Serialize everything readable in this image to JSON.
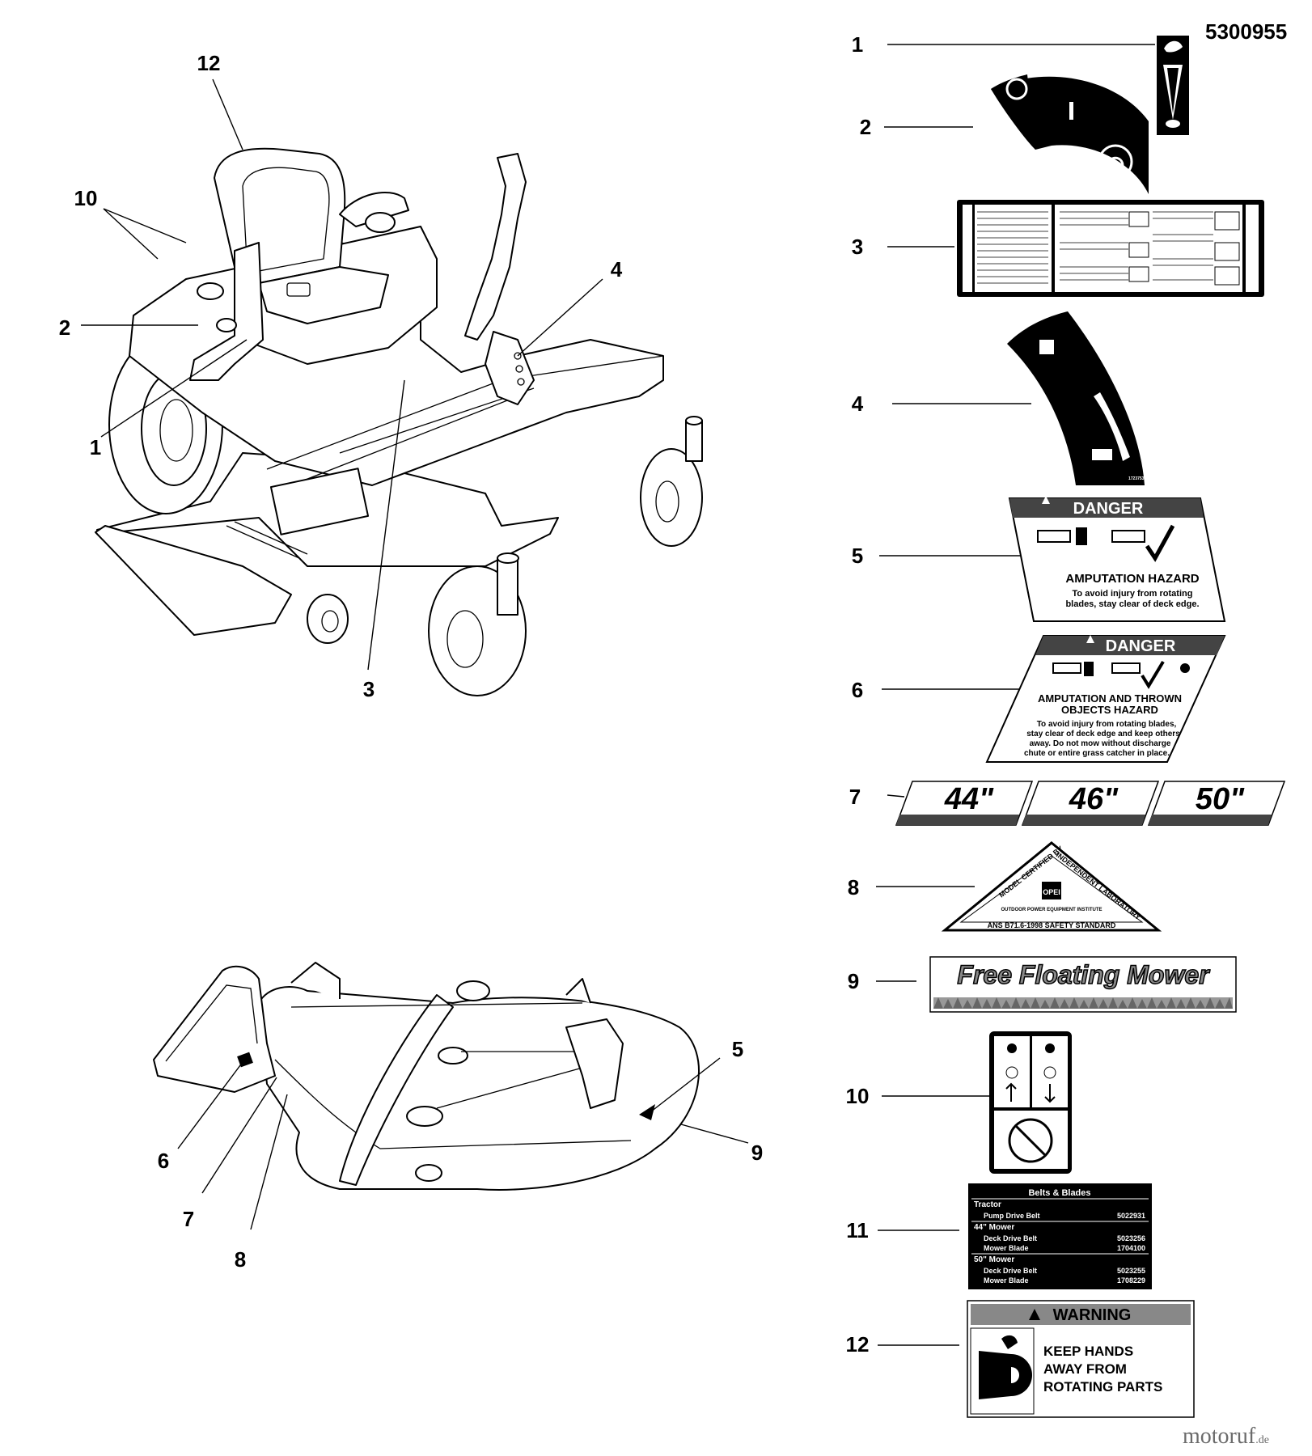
{
  "part_number": "5300955",
  "callouts": [
    "1",
    "2",
    "3",
    "4",
    "5",
    "6",
    "7",
    "8",
    "9",
    "10",
    "11",
    "12"
  ],
  "decals": {
    "d4_code": "1723753",
    "d5": {
      "header": "DANGER",
      "title": "AMPUTATION HAZARD",
      "text1": "To avoid injury from rotating",
      "text2": "blades, stay clear of deck edge."
    },
    "d6": {
      "header": "DANGER",
      "title1": "AMPUTATION AND THROWN",
      "title2": "OBJECTS HAZARD",
      "text1": "To avoid injury from rotating blades,",
      "text2": "stay clear of deck edge and keep others",
      "text3": "away.  Do not mow without discharge",
      "text4": "chute or entire grass catcher in place."
    },
    "d7": [
      "44\"",
      "46\"",
      "50\""
    ],
    "d8": {
      "left": "MODEL CERTIFIED BY",
      "right": "INDEPENDENT LABORATORY",
      "logo": "OPEI",
      "institute": "OUTDOOR POWER EQUIPMENT INSTITUTE",
      "standard": "ANS B71.6-1998 SAFETY STANDARD"
    },
    "d9": "Free Floating Mower",
    "d11": {
      "title": "Belts & Blades",
      "section1": "Tractor",
      "rows1": [
        {
          "label": "Pump Drive Belt",
          "value": "5022931"
        }
      ],
      "section2": "44\" Mower",
      "rows2": [
        {
          "label": "Deck Drive Belt",
          "value": "5023256"
        },
        {
          "label": "Mower Blade",
          "value": "1704100"
        }
      ],
      "section3": "50\" Mower",
      "rows3": [
        {
          "label": "Deck Drive Belt",
          "value": "5023255"
        },
        {
          "label": "Mower Blade",
          "value": "1708229"
        }
      ]
    },
    "d12": {
      "header": "WARNING",
      "line1": "KEEP HANDS",
      "line2": "AWAY FROM",
      "line3": "ROTATING PARTS"
    }
  },
  "watermark": {
    "name": "motoruf",
    "tld": ".de"
  }
}
